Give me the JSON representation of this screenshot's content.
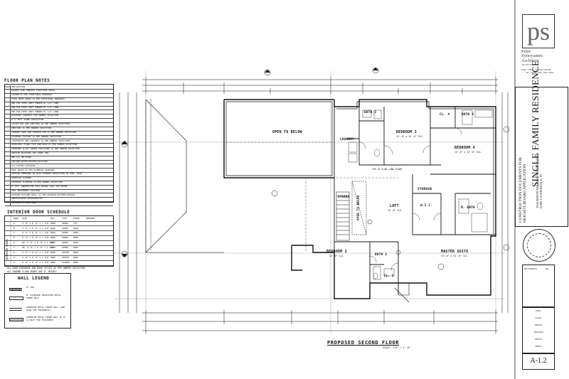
{
  "sheet": {
    "plan_title": "PROPOSED SECOND FLOOR",
    "scale": "SCALE: 1/4\" = 1'-0\"",
    "sheet_number": "A-1.2"
  },
  "floor_plan_notes": {
    "title": "FLOOR PLAN NOTES",
    "header": [
      "MARK",
      "DESCRIPTION"
    ],
    "items": [
      "DASHED LINE DENOTES STRUCTURE ABOVE",
      "COLUMN AS PER STRUCTURAL DRAWINGS",
      "STEEL BEAM ABOVE AS PER STRUCTURAL DRAWINGS",
      "PRE-FAB STEEL UNIT SHOWER W/ 1/2\" CURB",
      "PRE-FAB STEEL UNIT SHOWER W/ 1/2\" CURB",
      "PRE-FAB STEEL UNIT SHOWER W/ 1/2\" CURB",
      "BATHROOM CABINETS PER OWNERS SELECTION",
      "R-11 BATT SOUND INSULATION",
      "CLOSET ROD AND SHELVING AS PER OWNERS SELECTION",
      "SHELVING AS PER OWNERS SELECTION",
      "LAUNDRY SINK AND COUNTER TOP AS PER OWNERS SELECTION",
      "PLUMBING FIXTURE AS PER OWNERS SELECTION",
      "COUNTERTOP AND CABINETS AS PER OWNERS SELECTION",
      "WHIRLPOOL FLOOR TILE AND BASE AS PER OWNERS SELECTION",
      "TEMPERED GLASS SHOWER ENCLOSURE AS PER OWNERS SELECTION",
      "PROVIDE BLOCKING FOR TOWEL BAR",
      "NEW A/C ON STAND",
      "INSTANT WATER HEATER LOCATION",
      "A/C SYSTEM LOCATION",
      "ROOF DRAIN AS PER PLUMBING DRAWINGS",
      "ROOFING MEMBRANE ON ROOD TAPERED INSULATION ON CONC. DECK",
      "OVERFLOW SCUPPER",
      "INTERIOR FLOORING AS PER OWNERS SELECTION",
      "8\" DIA. UNDERFLOOR FLEX SPIRAL DUCT FOR DRYER",
      "POOL EQUIPMENT LOCATION",
      "OUTDOOR KITCHEN GRILL AS PER OUTDOOR KITCHEN DESIGN",
      "UNDERCOUNTER REFRIGERATOR",
      "OUTDOOR KITCHEN SINK"
    ]
  },
  "door_schedule": {
    "title": "INTERIOR DOOR SCHEDULE",
    "side_label": "INTERIOR DOORS",
    "columns": [
      "MARK",
      "SIZE",
      "MAT.",
      "TYPE",
      "FRAME",
      "REMARKS"
    ],
    "rows": [
      {
        "mark": "A",
        "size": "2'-8\" x 6'-8\" x 1 3/8\"",
        "mat": "WOOD",
        "type": "SWING",
        "frame": "TYP."
      },
      {
        "mark": "B",
        "size": "2'-6\" x 6'-8\" x 1 3/8\"",
        "mat": "WOOD",
        "type": "SWING",
        "frame": "WOOD"
      },
      {
        "mark": "C",
        "size": "2'-0\" x 6'-8\" x 1 3/8\"",
        "mat": "WOOD",
        "type": "SWING",
        "frame": "WOOD"
      },
      {
        "mark": "D",
        "size": "2'-4\" x 6'-8\" x 1 3/8\"",
        "mat": "WOOD",
        "type": "SWING",
        "frame": "WOOD"
      },
      {
        "mark": "E",
        "size": "PR. 2'-0\" x 6'-8\" x 1 3/8\"",
        "mat": "WOOD",
        "type": "SWING",
        "frame": "WOOD"
      },
      {
        "mark": "F",
        "size": "PR. 2'-6\" x 6'-8\" x 1 3/8\"",
        "mat": "WOOD",
        "type": "SWING",
        "frame": "WOOD"
      },
      {
        "mark": "G",
        "size": "5'-0\" x 6'-8\" x 1 3/8\"",
        "mat": "WOOD",
        "type": "POCKET",
        "frame": "WOOD"
      },
      {
        "mark": "H",
        "size": "2'-8\" x 6'-8\" x 1 3/8\"",
        "mat": "WOOD",
        "type": "POCKET",
        "frame": "WOOD"
      },
      {
        "mark": "I",
        "size": "2'-6\" x 6'-8\" x 1 3/8\"",
        "mat": "WOOD",
        "type": "SLIDER",
        "frame": "WOOD"
      }
    ],
    "notes": [
      "ALL DOOR HARDWARE AND DOOR STYLES AS PER OWNERS SELECTION",
      "ALL GROUND FLOOR DOORS ARE 8' HEIGHT"
    ]
  },
  "wall_legend": {
    "title": "WALL LEGEND",
    "items": [
      "8\" CMU",
      "8\" EXTERIOR INSULATED METAL FRAME WALL",
      "INTERIOR METAL FRAME WALL (SEE PLAN FOR THICKNESS)",
      "INTERIOR METAL FRAME WALL W/ R-11 BATT FOR THICKNESS"
    ]
  },
  "rooms": {
    "open_to_below_1": "OPEN TO BELOW",
    "laundry": "LAUNDRY",
    "bath_3": "BATH 3",
    "bedroom_3": "BEDROOM 3",
    "bedroom_3_dims": "12'-0\" x 12'-0\" CLG.",
    "cl_4": "CL. 4",
    "bath_4": "BATH 4",
    "bedroom_4": "BEDROOM 4",
    "bedroom_4_dims": "13'-0\" x 13'-0\" CLG.",
    "storage": "STORAGE",
    "stairs": "STAIRS",
    "open_to_below_2": "OPEN TO BELOW",
    "loft": "LOFT",
    "loft_dims": "15'-0\" CLG.",
    "wic": "W.I.C.",
    "m_bath": "M. BATH",
    "bedroom_2": "BEDROOM 2",
    "bedroom_2_dims": "12'-0\" CLG.",
    "bath_2": "BATH 2",
    "cl_2": "CL. 2",
    "master_suite": "MASTER SUITE",
    "master_suite_dims": "15'-0\" x 15'-0\" CLG.",
    "top_of_stairs": "TOP OF SLAB +2ND FLOOR"
  },
  "title_block": {
    "logo": "ps",
    "firm_line1": "Peter",
    "firm_line2": "Synoyannis",
    "firm_line3": "Architect",
    "license": "AR: 0013356",
    "address": "1016 CORAL GABLES DRIVE ... PL 333XX 305-XXX-XXXX",
    "project_title": "SINGLE FAMILY RESIDENCE",
    "project_sub_1": "CONSTRUCTION DOCUMENTS FOR",
    "project_sub_2": "HEIGHTS BOARD APPLICATION",
    "project_address_1": "1036 NORTH RIVERVIEW BOULEVARD",
    "project_address_2": "FORT LAUDERDALE, FL",
    "revisions_label": "REVISIONS",
    "by_label": "BY",
    "info_lines": [
      "DATE",
      "SCALE",
      "DRAWN",
      "CHECKED",
      "JOB NO.",
      "SHEET"
    ]
  },
  "colors": {
    "ink": "#111111",
    "paper": "#ffffff",
    "hatch": "#555555"
  }
}
